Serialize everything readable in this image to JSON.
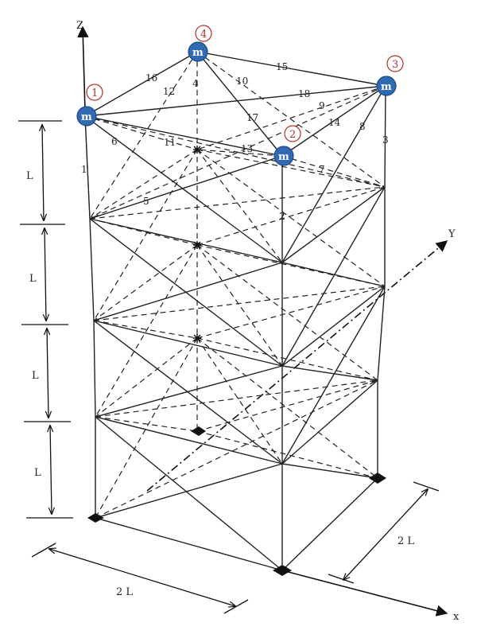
{
  "figure": {
    "axes": {
      "z": "Z",
      "y": "Y",
      "x": "x"
    },
    "dimensions": {
      "level_label": "L",
      "base_x": "2 L",
      "base_y": "2 L"
    },
    "masses": [
      {
        "node": "1",
        "label": "m"
      },
      {
        "node": "2",
        "label": "m"
      },
      {
        "node": "3",
        "label": "m"
      },
      {
        "node": "4",
        "label": "m"
      }
    ],
    "members": [
      "1",
      "2",
      "3",
      "4",
      "5",
      "6",
      "7",
      "8",
      "9",
      "10",
      "11",
      "12",
      "13",
      "14",
      "15",
      "16",
      "17",
      "18"
    ],
    "colors": {
      "mass_fill": "#2f6ab3",
      "mass_stroke": "#1d4a85",
      "node_id": "#b0302a",
      "line": "#222222"
    }
  }
}
